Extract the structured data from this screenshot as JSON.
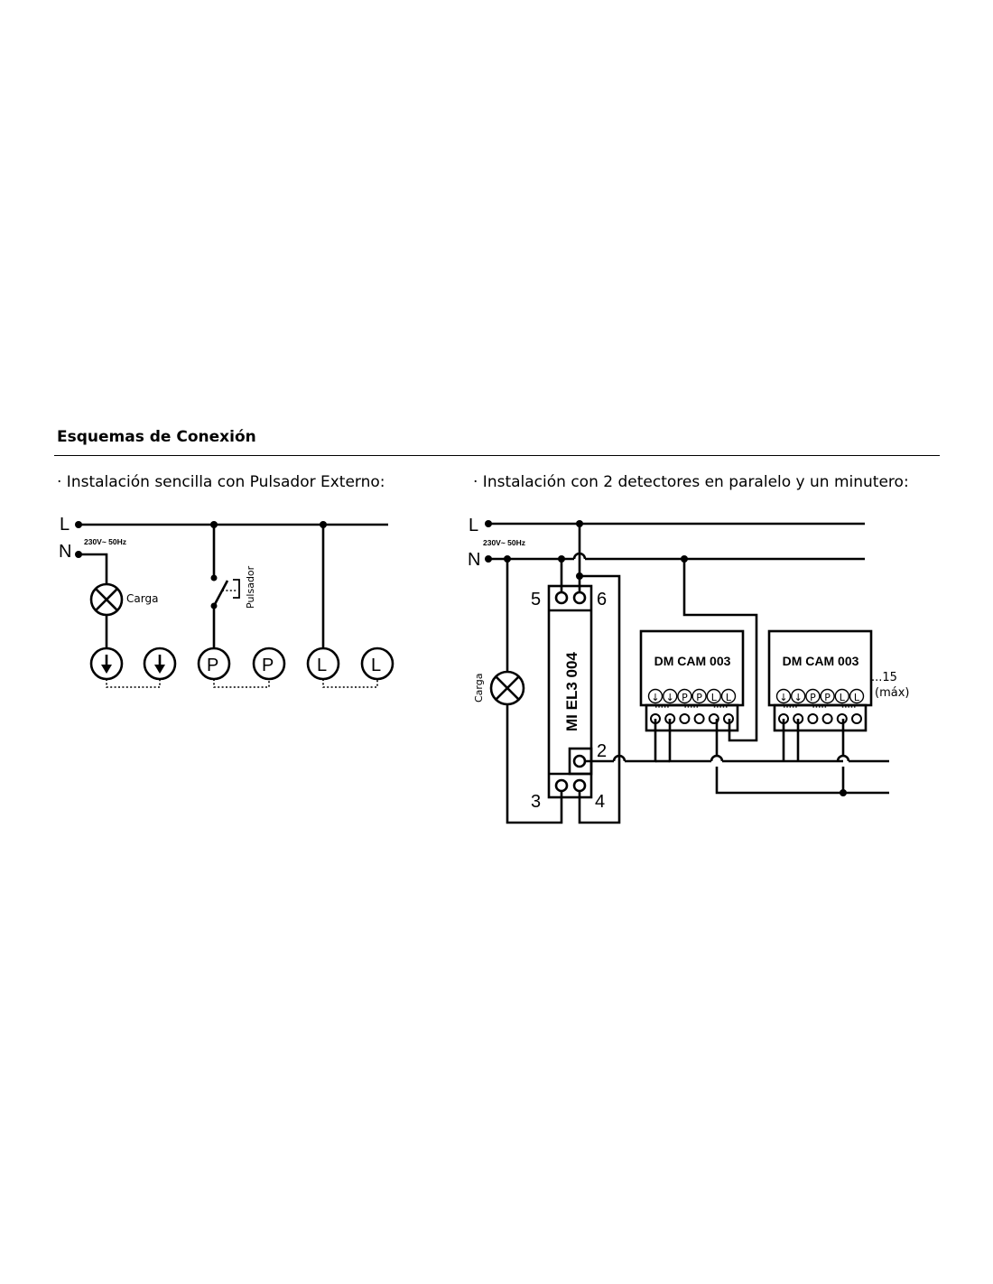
{
  "header": {
    "title": "Esquemas de Conexión"
  },
  "left_diagram": {
    "subtitle": "· Instalación sencilla con Pulsador Externo:",
    "line_label": "L",
    "neutral_label": "N",
    "supply_label": "230V~ 50Hz",
    "load_label": "Carga",
    "button_label": "Pulsador",
    "terminals": [
      "↓",
      "↓",
      "P",
      "P",
      "L",
      "L"
    ]
  },
  "right_diagram": {
    "subtitle": "· Instalación con 2 detectores en paralelo y un minutero:",
    "line_label": "L",
    "neutral_label": "N",
    "supply_label": "230V~ 50Hz",
    "load_label": "Carga",
    "timer_name": "MI EL3 004",
    "timer_terminals": [
      "5",
      "6",
      "2",
      "3",
      "4"
    ],
    "detectors": [
      {
        "name": "DM CAM 003",
        "terminals": [
          "↓",
          "↓",
          "P",
          "P",
          "L",
          "L"
        ]
      },
      {
        "name": "DM CAM 003",
        "terminals": [
          "↓",
          "↓",
          "P",
          "P",
          "L",
          "L"
        ]
      }
    ],
    "max_note_1": "...15",
    "max_note_2": "(máx)"
  }
}
